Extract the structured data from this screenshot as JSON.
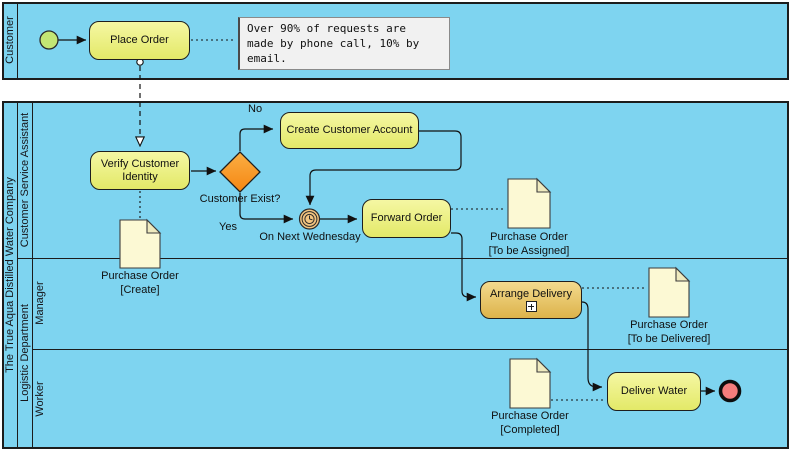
{
  "colors": {
    "pool_fill": "#7ed4f0",
    "task_fill_top": "#f5f7a3",
    "task_fill_bottom": "#e3e968",
    "subprocess_fill_top": "#f3da8e",
    "subprocess_fill_bottom": "#ddb34a",
    "gateway_fill_top": "#fbaf44",
    "gateway_fill_bottom": "#f58612",
    "timer_fill": "#f3c580",
    "start_fill": "#c3e674",
    "end_fill": "#f47c7c",
    "document_fill": "#fcf9d4",
    "annotation_fill": "#f1f1f1"
  },
  "pools": {
    "customer": {
      "label": "Customer"
    },
    "company": {
      "label": "The True Aqua Distilled Water Company",
      "lanes": {
        "csa": {
          "label": "Customer Service Assistant"
        },
        "logistic": {
          "label": "Logistic Department"
        },
        "manager": {
          "label": "Manager"
        },
        "worker": {
          "label": "Worker"
        }
      }
    }
  },
  "nodes": {
    "place_order": {
      "label": "Place Order"
    },
    "verify_customer_identity": {
      "label": "Verify Customer Identity"
    },
    "create_customer_account": {
      "label": "Create Customer Account"
    },
    "forward_order": {
      "label": "Forward Order"
    },
    "arrange_delivery": {
      "label": "Arrange Delivery"
    },
    "deliver_water": {
      "label": "Deliver Water"
    },
    "customer_exist_gateway": {
      "label": "Customer Exist?"
    },
    "timer_event": {
      "label": "On Next Wednesday"
    }
  },
  "flow_labels": {
    "no": "No",
    "yes": "Yes"
  },
  "annotation": {
    "text": "Over 90% of requests are made by phone call, 10% by email."
  },
  "documents": {
    "create": {
      "line1": "Purchase Order",
      "line2": "[Create]"
    },
    "to_be_assigned": {
      "line1": "Purchase Order",
      "line2": "[To be Assigned]"
    },
    "to_be_delivered": {
      "line1": "Purchase Order",
      "line2": "[To be Delivered]"
    },
    "completed": {
      "line1": "Purchase Order",
      "line2": "[Completed]"
    }
  }
}
